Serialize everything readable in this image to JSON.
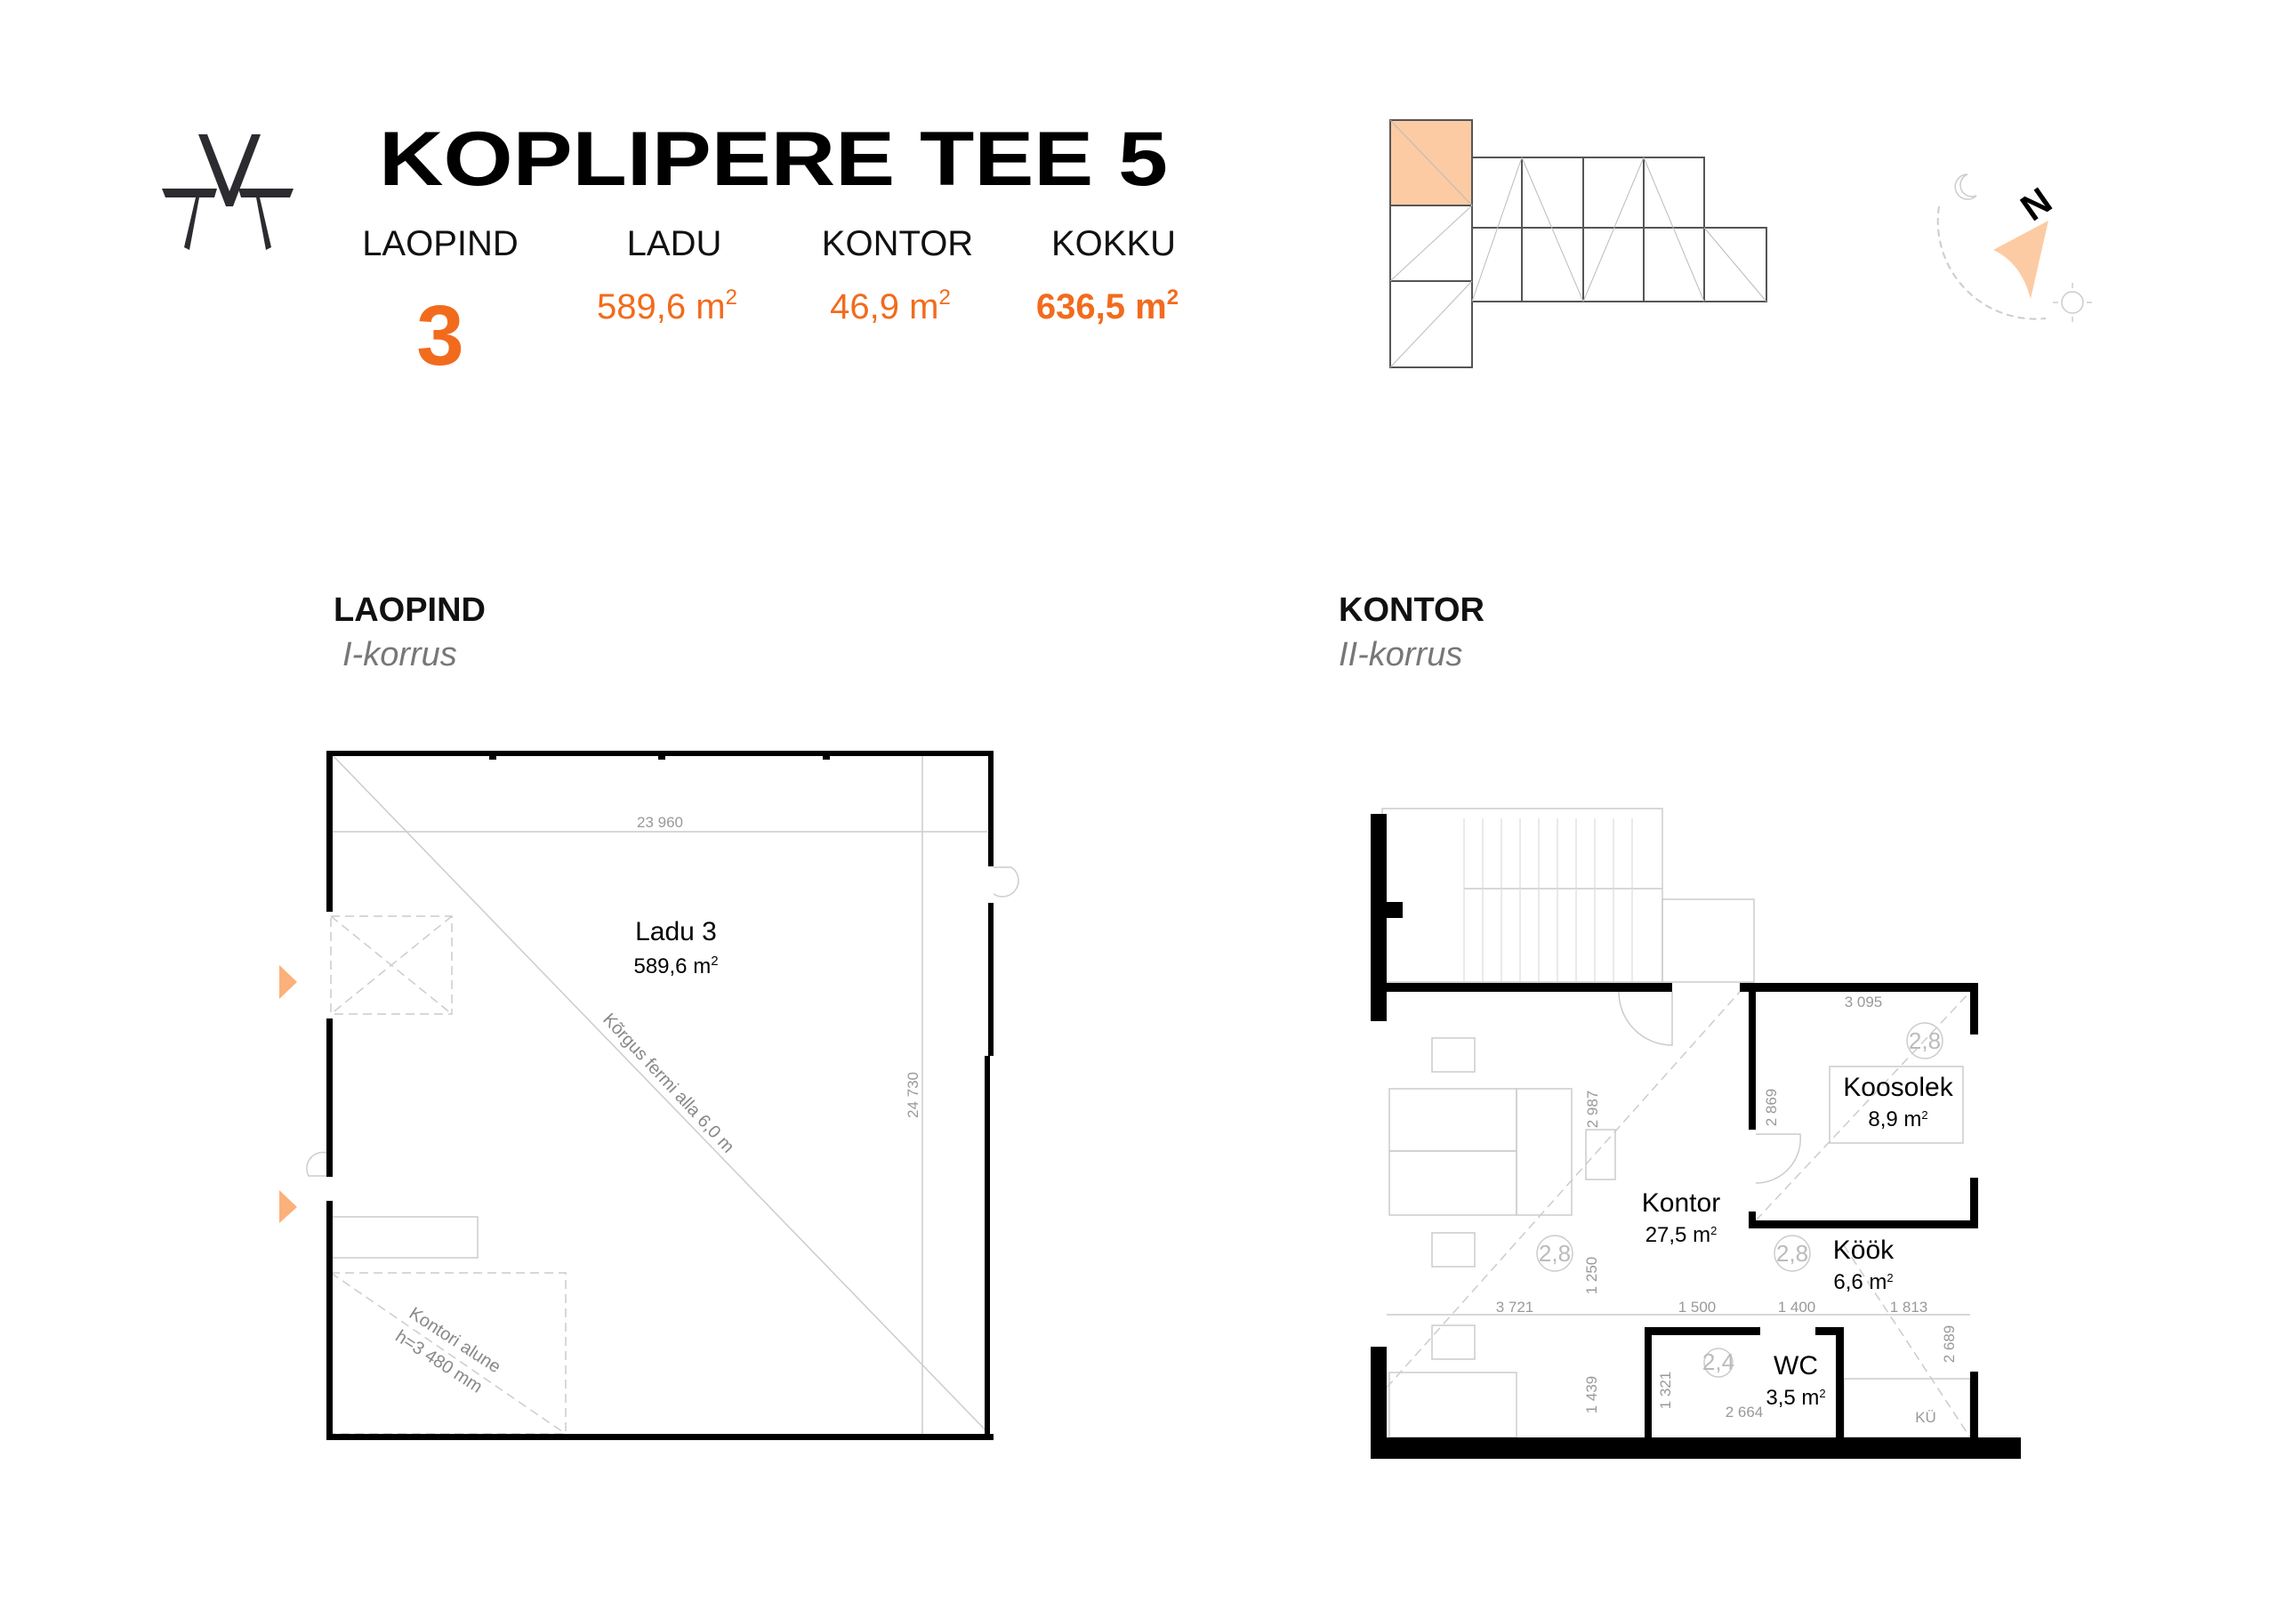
{
  "header": {
    "title": "KOPLIPERE TEE 5",
    "columns": [
      {
        "label": "LAOPIND",
        "value": "3"
      },
      {
        "label": "LADU",
        "value": "589,6 m",
        "sup": "2"
      },
      {
        "label": "KONTOR",
        "value": "46,9 m",
        "sup": "2"
      },
      {
        "label": "KOKKU",
        "value": "636,5 m",
        "sup": "2"
      }
    ]
  },
  "compass": {
    "label": "N"
  },
  "colors": {
    "accent": "#f26b1d",
    "highlight": "#fccba3"
  },
  "laopind": {
    "title": "LAOPIND",
    "floor": "I-korrus",
    "room_name": "Ladu 3",
    "room_area": "589,6 m",
    "room_area_sup": "2",
    "dim_width": "23 960",
    "dim_depth": "24 730",
    "height_note": "Kõrgus fermi alla 6,0 m",
    "office_under_1": "Kontori alune",
    "office_under_2": "h=3 480 mm"
  },
  "kontor": {
    "title": "KONTOR",
    "floor": "II-korrus",
    "rooms": [
      {
        "name": "Kontor",
        "area": "27,5 m",
        "sup": "2"
      },
      {
        "name": "Koosolek",
        "area": "8,9 m",
        "sup": "2"
      },
      {
        "name": "Köök",
        "area": "6,6 m",
        "sup": "2"
      },
      {
        "name": "WC",
        "area": "3,5 m",
        "sup": "2"
      }
    ],
    "ku_label": "KÜ",
    "dims": [
      "3 095",
      "2 869",
      "2 987",
      "1 250",
      "3 721",
      "1 500",
      "1 400",
      "1 813",
      "2 689",
      "1 439",
      "1 321",
      "2 664"
    ],
    "ceiling_heights": [
      "2,8",
      "2,8",
      "2,8",
      "2,4"
    ]
  }
}
